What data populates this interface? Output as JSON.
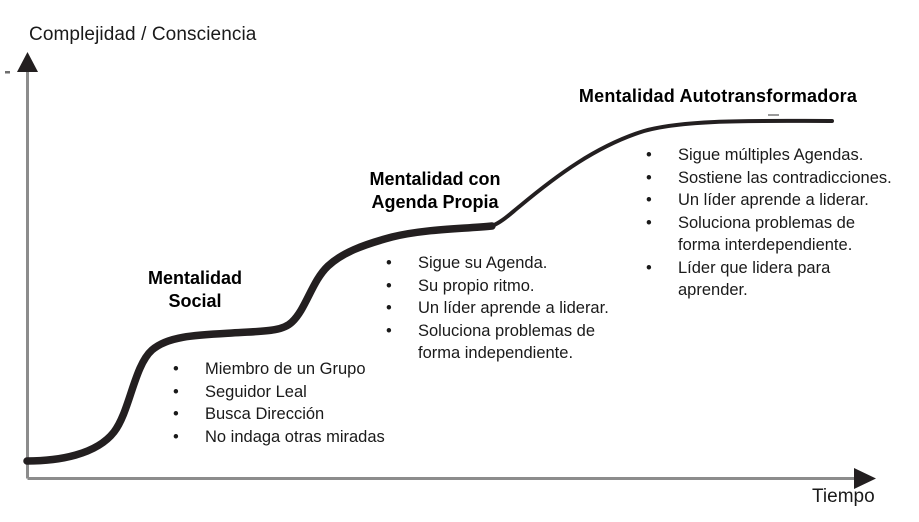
{
  "axes": {
    "y_label": "Complejidad / Consciencia",
    "x_label": "Tiempo",
    "axis_color": "#8c8c8c",
    "arrow_color": "#231f20"
  },
  "curve": {
    "color": "#231f20",
    "description": "S-curve escalonada de tres mesetas (desarrollo de mentalidades)",
    "plateaus": 3
  },
  "stages": [
    {
      "title": "Mentalidad\nSocial",
      "bullets": [
        "Miembro de un Grupo",
        "Seguidor Leal",
        "Busca Dirección",
        "No indaga otras miradas"
      ]
    },
    {
      "title": "Mentalidad con\nAgenda Propia",
      "bullets": [
        "Sigue su Agenda.",
        "Su propio ritmo.",
        "Un líder aprende a liderar.",
        "Soluciona problemas de forma independiente."
      ]
    },
    {
      "title": "Mentalidad Autotransformadora",
      "bullets": [
        "Sigue múltiples Agendas.",
        "Sostiene las contradicciones.",
        "Un líder aprende a liderar.",
        "Soluciona problemas de forma interdependiente.",
        "Líder que lidera para aprender."
      ]
    }
  ],
  "bullet_glyph": "•",
  "chart_data": {
    "type": "line",
    "title": "",
    "xlabel": "Tiempo",
    "ylabel": "Complejidad / Consciencia",
    "grid": false,
    "legend": "none",
    "series": [
      {
        "name": "Desarrollo de la mentalidad",
        "points": [
          [
            27,
            460
          ],
          [
            60,
            456
          ],
          [
            95,
            445
          ],
          [
            120,
            425
          ],
          [
            140,
            385
          ],
          [
            152,
            350
          ],
          [
            170,
            338
          ],
          [
            215,
            333
          ],
          [
            270,
            328
          ],
          [
            292,
            322
          ],
          [
            310,
            300
          ],
          [
            330,
            265
          ],
          [
            352,
            243
          ],
          [
            400,
            234
          ],
          [
            455,
            229
          ],
          [
            492,
            226
          ],
          [
            520,
            206
          ],
          [
            560,
            176
          ],
          [
            600,
            150
          ],
          [
            650,
            132
          ],
          [
            700,
            124
          ],
          [
            760,
            122
          ],
          [
            830,
            121
          ]
        ]
      }
    ]
  }
}
